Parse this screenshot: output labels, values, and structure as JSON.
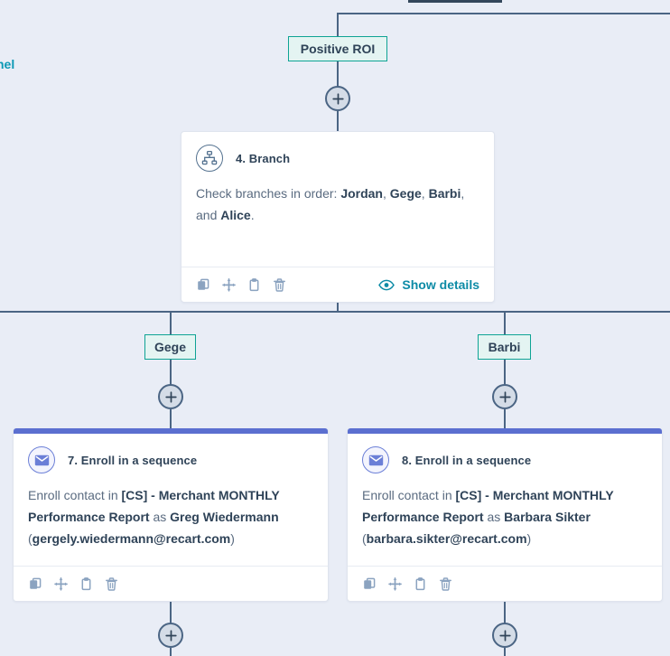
{
  "canvas": {
    "background": "#e9edf6",
    "line_color": "#4b6584"
  },
  "partial_left_label": {
    "text": "nel",
    "color": "#0d99b5"
  },
  "branch_chips": [
    {
      "id": "positive-roi",
      "label": "Positive ROI"
    },
    {
      "id": "gege",
      "label": "Gege"
    },
    {
      "id": "barbi",
      "label": "Barbi"
    }
  ],
  "add_buttons": [
    {
      "id": "add-after-positive-roi",
      "icon": "plus-icon",
      "label": "+"
    },
    {
      "id": "add-after-gege",
      "icon": "plus-icon",
      "label": "+"
    },
    {
      "id": "add-after-barbi",
      "icon": "plus-icon",
      "label": "+"
    },
    {
      "id": "add-after-step-7",
      "icon": "plus-icon",
      "label": "+"
    },
    {
      "id": "add-after-step-8",
      "icon": "plus-icon",
      "label": "+"
    }
  ],
  "cards": {
    "branch": {
      "icon": "branch-icon",
      "title": "4. Branch",
      "body_prefix": "Check branches in order: ",
      "branch_order": [
        "Jordan",
        "Gege",
        "Barbi",
        "Alice"
      ],
      "body_full": "Check branches in order: Jordan, Gege, Barbi, and Alice.",
      "footer": {
        "tools": [
          "duplicate-icon",
          "move-icon",
          "paste-icon",
          "delete-icon"
        ],
        "details_label": "Show details",
        "details_icon": "eye-icon",
        "details_color": "#0d8ba6"
      }
    },
    "step7": {
      "accent_color": "#5b6fd0",
      "icon": "mail-icon",
      "title": "7. Enroll in a sequence",
      "body_prefix": "Enroll contact in ",
      "sequence_name": "[CS] - Merchant MONTHLY Performance Report",
      "body_middle": " as ",
      "contact_name": "Greg Wiedermann",
      "contact_email": "gergely.wiedermann@recart.com",
      "footer": {
        "tools": [
          "duplicate-icon",
          "move-icon",
          "paste-icon",
          "delete-icon"
        ]
      }
    },
    "step8": {
      "accent_color": "#5b6fd0",
      "icon": "mail-icon",
      "title": "8. Enroll in a sequence",
      "body_prefix": "Enroll contact in ",
      "sequence_name": "[CS] - Merchant MONTHLY Performance Report",
      "body_middle": " as ",
      "contact_name": "Barbara Sikter",
      "contact_email": "barbara.sikter@recart.com",
      "footer": {
        "tools": [
          "duplicate-icon",
          "move-icon",
          "paste-icon",
          "delete-icon"
        ]
      }
    }
  }
}
